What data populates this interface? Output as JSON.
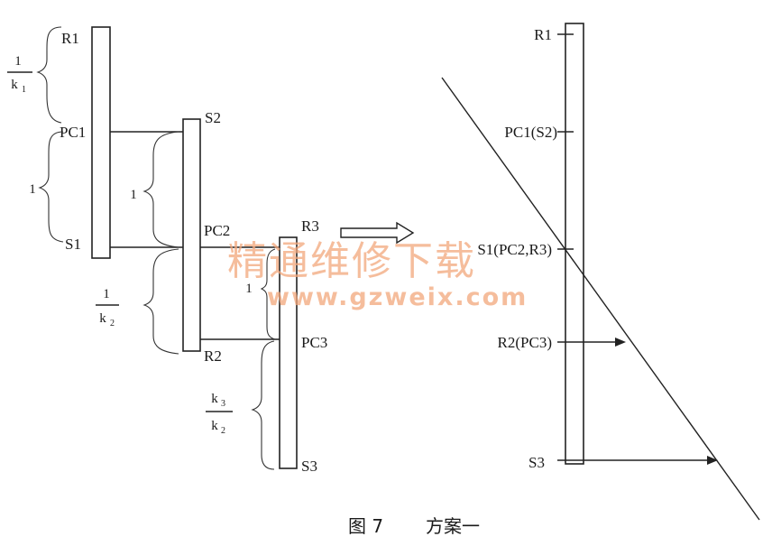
{
  "left_lever": {
    "lever1": {
      "r": "R1",
      "pc": "PC1",
      "s": "S1"
    },
    "lever2": {
      "s": "S2",
      "pc": "PC2",
      "r": "R2"
    },
    "lever3": {
      "r": "R3",
      "pc": "PC3",
      "s": "S3"
    },
    "spans": {
      "r1_pc1": {
        "num": "1",
        "den": "k",
        "den_sub": "1"
      },
      "pc1_s1": "1",
      "s2_pc2": "1",
      "pc2_r2": {
        "num": "1",
        "den": "k",
        "den_sub": "2"
      },
      "r3_pc3": "1",
      "pc3_s3": {
        "num": "k",
        "num_sub": "3",
        "den": "k",
        "den_sub": "2"
      }
    }
  },
  "right_lever": {
    "r1": "R1",
    "pc1s2": "PC1(S2)",
    "s1pc2r3": "S1(PC2,R3)",
    "r2pc3": "R2(PC3)",
    "s3": "S3"
  },
  "watermark": {
    "line1": "精通维修下载",
    "line2": "www.gzweix.com"
  },
  "caption": {
    "figure": "图 7",
    "title": "方案一"
  }
}
